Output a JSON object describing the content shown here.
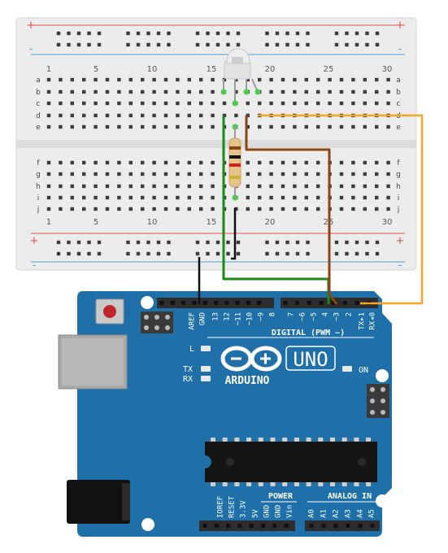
{
  "breadboard": {
    "column_numbers": [
      "1",
      "5",
      "10",
      "15",
      "20",
      "25",
      "30"
    ],
    "rows_top": [
      "a",
      "b",
      "c",
      "d",
      "e"
    ],
    "rows_bottom": [
      "f",
      "g",
      "h",
      "i",
      "j"
    ],
    "rail_plus": "+",
    "rail_minus": "-"
  },
  "arduino": {
    "digital_pins": [
      "AREF",
      "GND",
      "13",
      "12",
      "~11",
      "~10",
      "~9",
      "8",
      "7",
      "~6",
      "~5",
      "4",
      "~3",
      "2",
      "TX▸1",
      "RX◂0"
    ],
    "digital_label": "DIGITAL (PWM ~)",
    "led_l": "L",
    "led_tx": "TX",
    "led_rx": "RX",
    "on_label": "ON",
    "brand": "ARDUINO",
    "model": "UNO",
    "power_pins": [
      "IOREF",
      "RESET",
      "3.3V",
      "5V",
      "GND",
      "GND",
      "Vin"
    ],
    "power_label": "POWER",
    "analog_pins": [
      "A0",
      "A1",
      "A2",
      "A3",
      "A4",
      "A5"
    ],
    "analog_label": "ANALOG IN"
  },
  "wires": [
    {
      "name": "green-wire",
      "color": "#1a8a1a"
    },
    {
      "name": "brown-wire",
      "color": "#8b4513"
    },
    {
      "name": "orange-wire",
      "color": "#f5a623"
    },
    {
      "name": "black-wire",
      "color": "#111111"
    }
  ],
  "colors": {
    "board": "#1f6fa8",
    "breadboard": "#ececec",
    "rail_red": "#e05050",
    "rail_blue": "#4aa3d8"
  }
}
